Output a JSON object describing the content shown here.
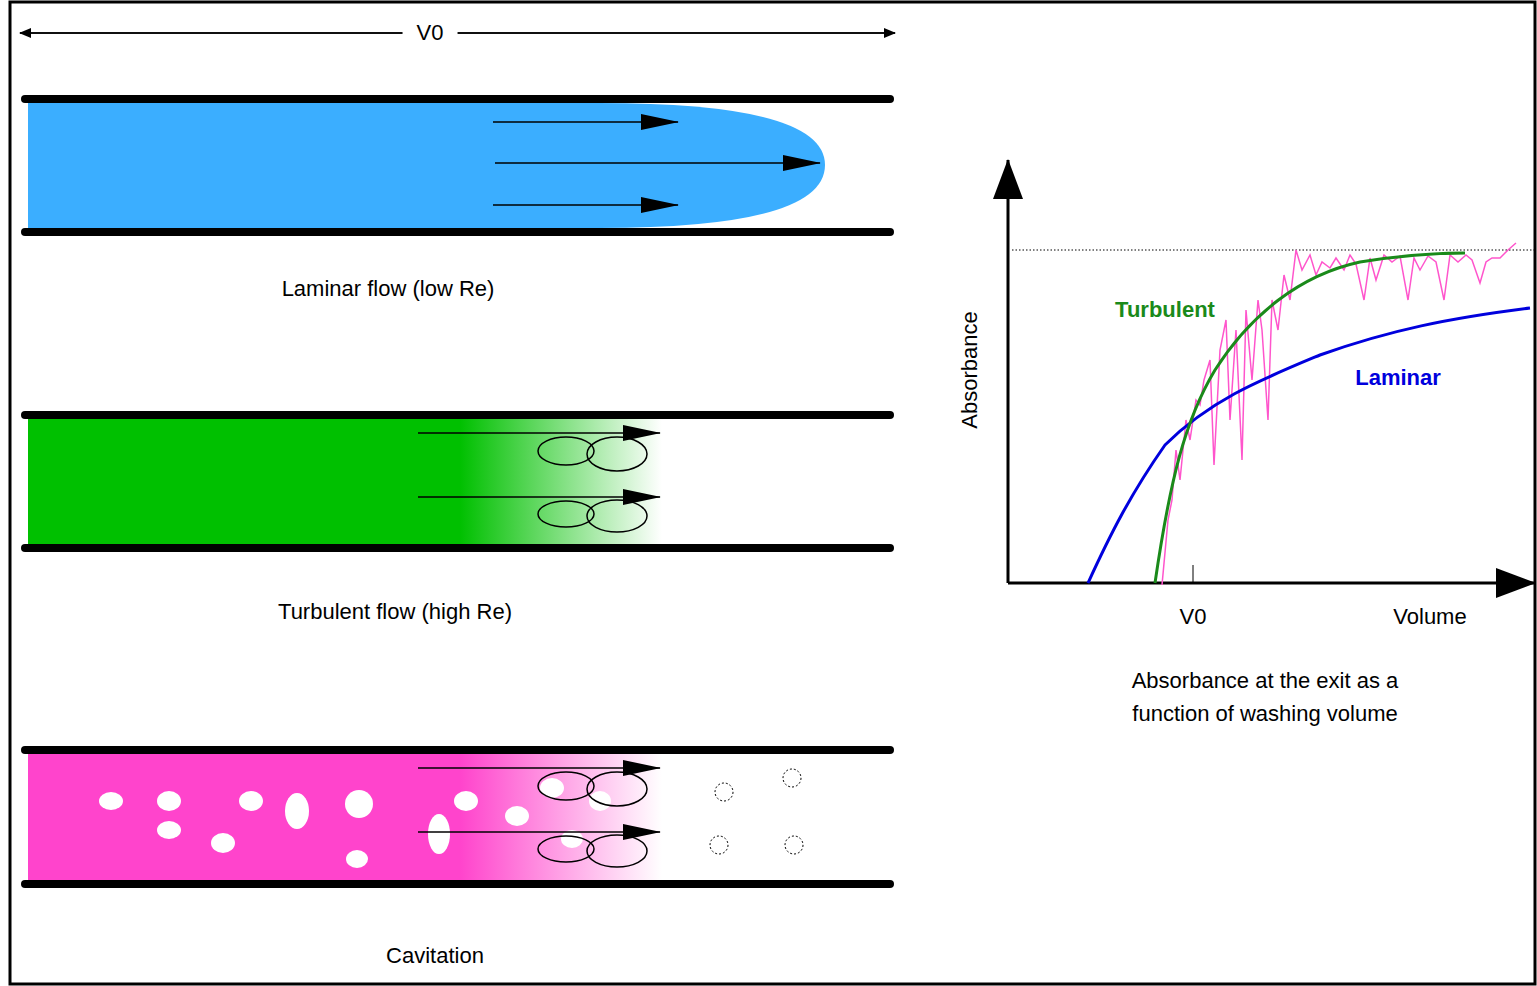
{
  "diagram": {
    "caption": "Absorbance at the exit as a function of washing volume",
    "labels": [
      "V0",
      "Laminar flow (low Re)",
      "Turbulent flow (high Re)",
      "Cavitation",
      "Turbulent",
      "Laminar",
      "Absorbance",
      "V0",
      "Volume"
    ]
  }
}
